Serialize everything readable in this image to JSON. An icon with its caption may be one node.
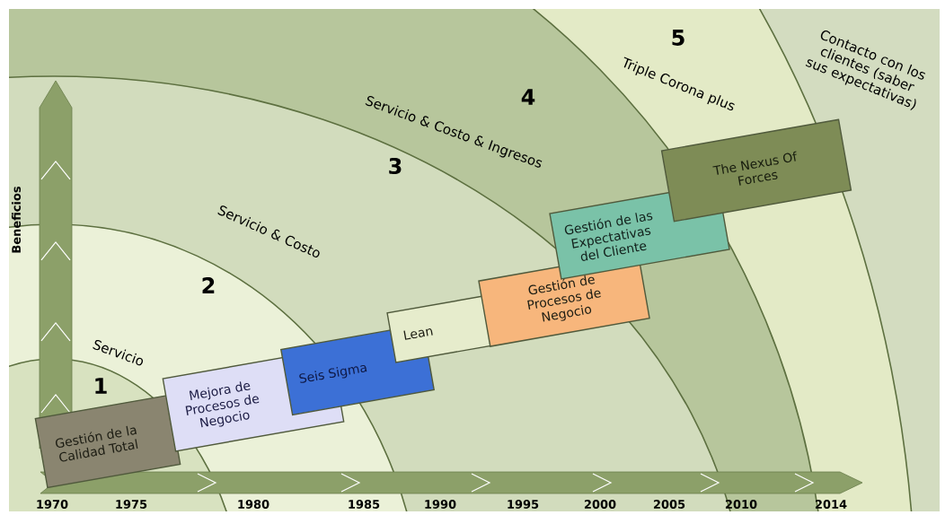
{
  "diagram": {
    "nodes": [
      {
        "text": [
          "Gestión de la Calidad Total"
        ]
      },
      {
        "text": [
          "Mejora de Procesos de Negocio"
        ]
      },
      {
        "text": [
          "Seis Sigma"
        ]
      },
      {
        "text": [
          "Lean"
        ]
      },
      {
        "text": [
          "Gestión de Procesos de Negocio"
        ]
      },
      {
        "text": [
          "Gestión de las Expectativas del Cliente"
        ]
      },
      {
        "text": [
          "The Nexus Of Forces"
        ]
      }
    ],
    "labels": [
      "5",
      "Contacto con los clientes (saber sus expectativas)",
      "Triple Corona plus",
      "4",
      "Servicio & Costo & Ingresos",
      "3",
      "Servicio & Costo",
      "2",
      "Servicio",
      "1",
      "Beneficios",
      "1970",
      "1975",
      "1980",
      "1985",
      "1990",
      "1995",
      "2000",
      "2005",
      "2010",
      "2014"
    ]
  }
}
